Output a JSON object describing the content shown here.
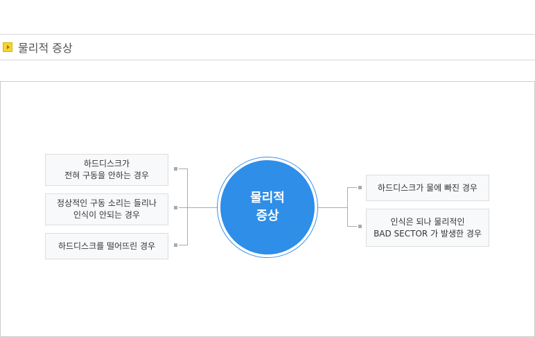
{
  "section_title": "물리적 증상",
  "center": "물리적\n증상",
  "left_items": [
    "하드디스크가\n전혀 구동을 안하는 경우",
    "정상적인 구동 소리는 들리나\n인식이 안되는 경우",
    "하드디스크를  떨어뜨린 경우"
  ],
  "right_items": [
    "하드디스크가 물에 빠진 경우",
    "인식은 되나 물리적인\nBAD SECTOR 가 발생한 경우"
  ],
  "colors": {
    "accent": "#2e8ee8"
  }
}
